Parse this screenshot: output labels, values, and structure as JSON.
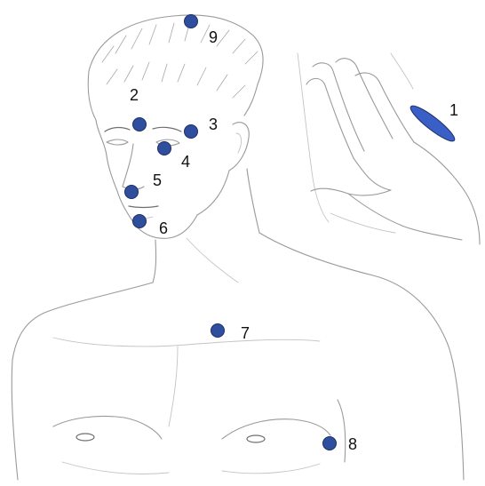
{
  "colors": {
    "marker_fill": "#2f4f9e",
    "marker_stroke": "#1c2f66",
    "ellipse_fill": "#3a5fc6",
    "label": "#111111"
  },
  "points": [
    {
      "id": "1",
      "label": "1",
      "shape": "ellipse"
    },
    {
      "id": "2",
      "label": "2",
      "shape": "dot"
    },
    {
      "id": "3",
      "label": "3",
      "shape": "dot"
    },
    {
      "id": "4",
      "label": "4",
      "shape": "dot"
    },
    {
      "id": "5",
      "label": "5",
      "shape": "dot"
    },
    {
      "id": "6",
      "label": "6",
      "shape": "dot"
    },
    {
      "id": "7",
      "label": "7",
      "shape": "dot"
    },
    {
      "id": "8",
      "label": "8",
      "shape": "dot"
    },
    {
      "id": "9",
      "label": "9",
      "shape": "dot"
    }
  ]
}
